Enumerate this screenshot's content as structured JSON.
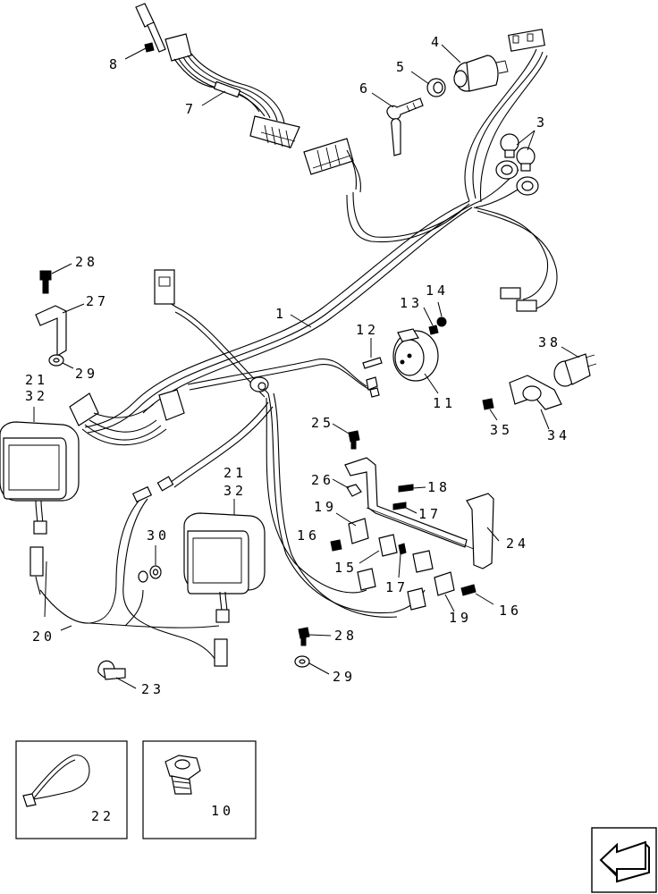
{
  "callouts": {
    "c1": "1",
    "c3": "3",
    "c4": "4",
    "c5": "5",
    "c6": "6",
    "c7": "7",
    "c8": "8",
    "c10": "10",
    "c11": "11",
    "c12": "12",
    "c13": "13",
    "c14": "14",
    "c15": "15",
    "c16a": "16",
    "c16b": "16",
    "c17a": "17",
    "c17b": "17",
    "c18": "18",
    "c19a": "19",
    "c19b": "19",
    "c20": "20",
    "c21a": "21",
    "c32a": "32",
    "c21b": "21",
    "c32b": "32",
    "c22": "22",
    "c23": "23",
    "c24": "24",
    "c25": "25",
    "c26": "26",
    "c27": "27",
    "c28a": "28",
    "c28b": "28",
    "c29a": "29",
    "c29b": "29",
    "c30": "30",
    "c34": "34",
    "c35": "35",
    "c38": "38"
  },
  "icons": {
    "nav": "arrow-previous-icon"
  }
}
